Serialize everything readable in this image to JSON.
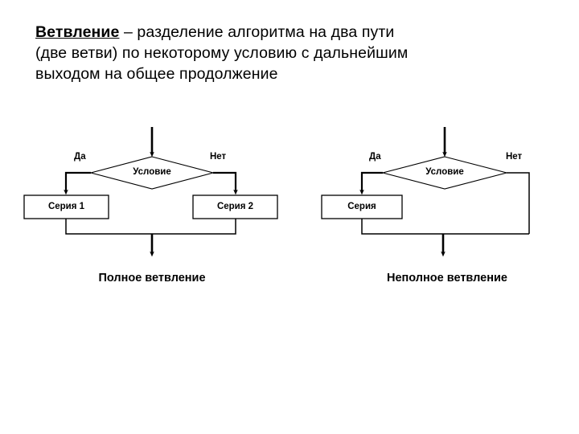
{
  "slide": {
    "title": {
      "keyword": "Ветвление",
      "rest_line1": " – разделение алгоритма на два пути",
      "line2": "(две ветви) по некоторому условию с дальнейшим",
      "line3": "выходом на общее продолжение"
    },
    "colors": {
      "background": "#ffffff",
      "ink": "#000000",
      "stroke": "#000000"
    }
  },
  "diagram_full": {
    "caption": "Полное ветвление",
    "decision_label": "Условие",
    "yes_label": "Да",
    "no_label": "Нет",
    "branch_true_box": "Серия 1",
    "branch_false_box": "Серия 2"
  },
  "diagram_partial": {
    "caption": "Неполное ветвление",
    "decision_label": "Условие",
    "yes_label": "Да",
    "no_label": "Нет",
    "branch_true_box": "Серия"
  }
}
